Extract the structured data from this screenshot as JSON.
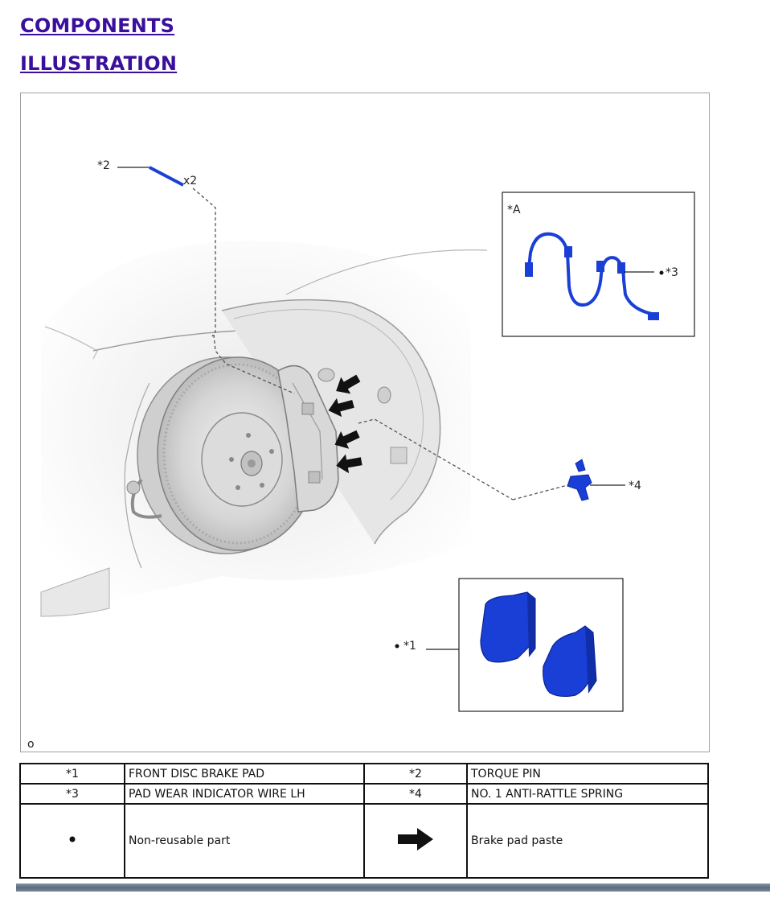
{
  "headings": {
    "components": "COMPONENTS",
    "illustration": "ILLUSTRATION"
  },
  "illustration": {
    "callouts": {
      "c1": "*1",
      "c2": "*2",
      "c3": "*3",
      "c4": "*4",
      "inset": "*A",
      "quantity": "x2",
      "corner": "o"
    },
    "part_color": "#1a3fd6"
  },
  "legend": {
    "rows": [
      {
        "k1": "*1",
        "v1": "FRONT DISC BRAKE PAD",
        "k2": "*2",
        "v2": "TORQUE PIN"
      },
      {
        "k1": "*3",
        "v1": "PAD WEAR INDICATOR WIRE LH",
        "k2": "*4",
        "v2": "NO. 1 ANTI-RATTLE SPRING"
      }
    ],
    "symbols": {
      "dot_label": "Non-reusable part",
      "dot_icon": "filled-circle-icon",
      "arrow_label": "Brake pad paste",
      "arrow_icon": "arrow-right-icon"
    }
  }
}
